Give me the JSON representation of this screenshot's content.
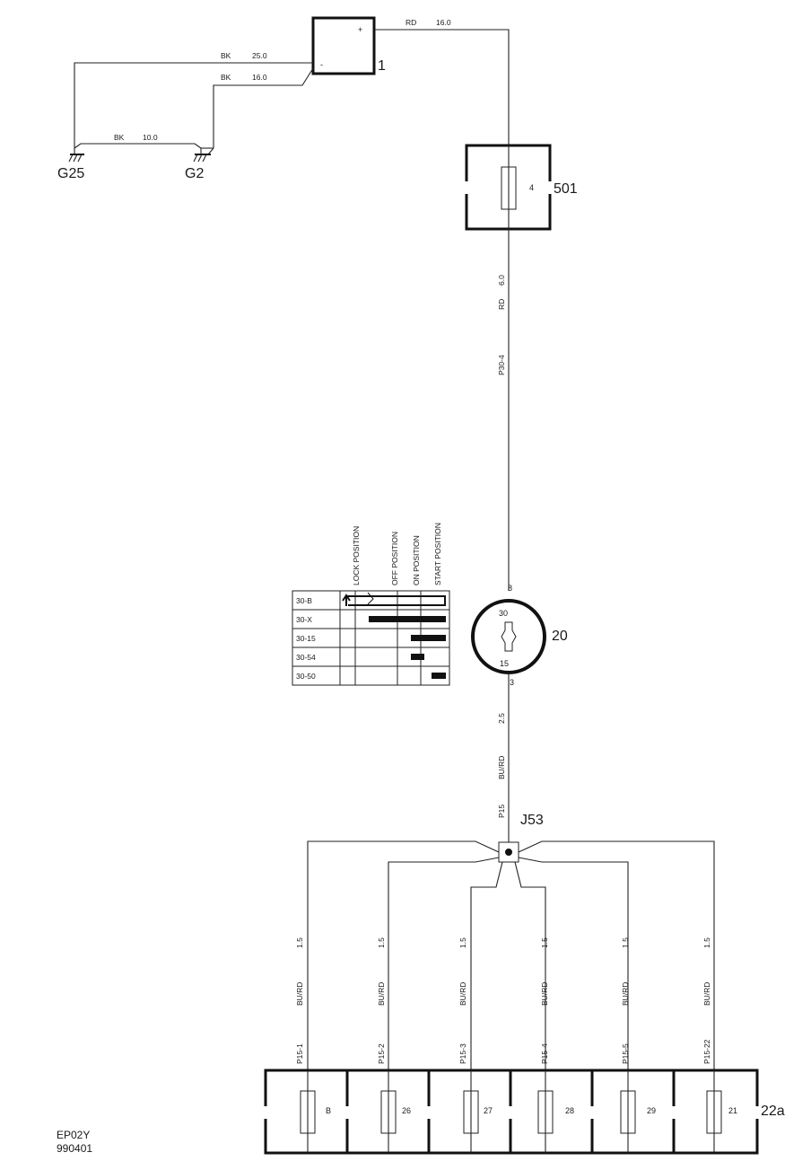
{
  "components": {
    "battery": {
      "number": "1",
      "plus": "+",
      "minus": "-"
    },
    "fuse_box_501": {
      "number": "501",
      "fuse": "4"
    },
    "ignition_switch": {
      "number": "20",
      "terminal_top": "8",
      "terminal_bottom": "3",
      "label_30": "30",
      "label_15": "15"
    },
    "splice": {
      "number": "J53"
    },
    "fuse_box_22a": {
      "number": "22a",
      "fuses": [
        "B",
        "26",
        "27",
        "28",
        "29",
        "21"
      ]
    },
    "grounds": {
      "g25": "G25",
      "g2": "G2"
    }
  },
  "wires": {
    "battery_pos": {
      "color": "RD",
      "size": "16.0"
    },
    "battery_neg_1": {
      "color": "BK",
      "size": "25.0"
    },
    "battery_neg_2": {
      "color": "BK",
      "size": "16.0"
    },
    "ground_link": {
      "color": "BK",
      "size": "10.0"
    },
    "feed": {
      "size": "6.0",
      "color": "RD",
      "circuit": "P30-4"
    },
    "switch_out": {
      "size": "2.5",
      "color": "BU/RD",
      "circuit": "P15"
    },
    "branches": [
      {
        "size": "1.5",
        "color": "BU/RD",
        "circuit": "P15-1"
      },
      {
        "size": "1.5",
        "color": "BU/RD",
        "circuit": "P15-2"
      },
      {
        "size": "1.5",
        "color": "BU/RD",
        "circuit": "P15-3"
      },
      {
        "size": "1.5",
        "color": "BU/RD",
        "circuit": "P15-4"
      },
      {
        "size": "1.5",
        "color": "BU/RD",
        "circuit": "P15-5"
      },
      {
        "size": "1.5",
        "color": "BU/RD",
        "circuit": "P15-22"
      }
    ]
  },
  "switch_table": {
    "columns": [
      "LOCK POSITION",
      "OFF POSITION",
      "ON POSITION",
      "START POSITION"
    ],
    "rows": [
      "30-B",
      "30-X",
      "30-15",
      "30-54",
      "30-50"
    ]
  },
  "footer": {
    "code": "EP02Y",
    "date": "990401"
  }
}
